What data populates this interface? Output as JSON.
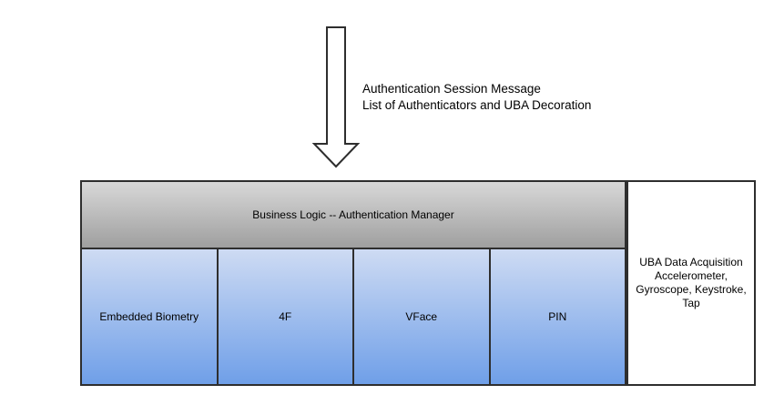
{
  "annotation": {
    "lines": [
      "Authentication Session Message",
      "List of Authenticators and UBA Decoration"
    ]
  },
  "manager": {
    "label": "Business Logic -- Authentication Manager"
  },
  "authenticators": [
    "Embedded Biometry",
    "4F",
    "VFace",
    "PIN"
  ],
  "uba": {
    "lines": [
      "UBA Data Acquisition",
      "Accelerometer,",
      "Gyroscope, Keystroke,",
      "Tap"
    ]
  },
  "icons": {
    "flow": "down-arrow"
  },
  "colors": {
    "border": "#2e2e2e",
    "manager_gradient_top": "#d8d8d8",
    "manager_gradient_bottom": "#9f9f9f",
    "authenticator_gradient_top": "#cedbf3",
    "authenticator_gradient_bottom": "#6f9fe8",
    "background": "#ffffff",
    "text": "#000000"
  }
}
